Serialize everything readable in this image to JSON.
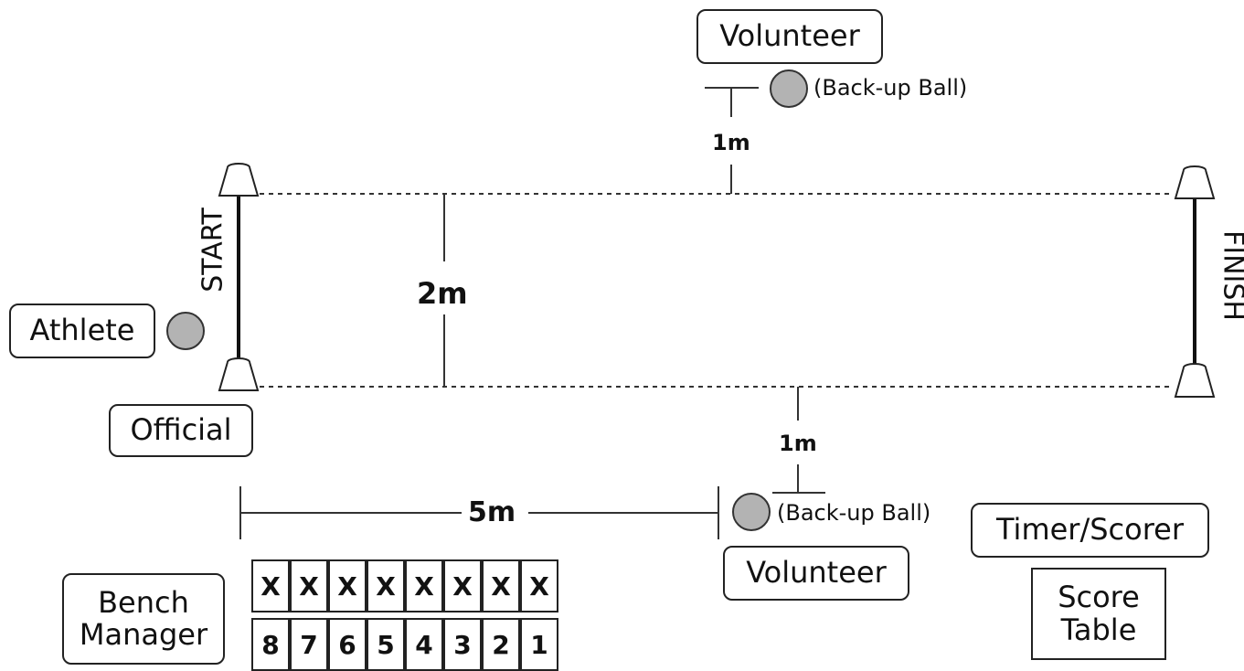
{
  "labels": {
    "volunteer_top": "Volunteer",
    "volunteer_bottom": "Volunteer",
    "backup_ball_top": "(Back-up Ball)",
    "backup_ball_bottom": "(Back-up Ball)",
    "athlete": "Athlete",
    "official": "Official",
    "bench_manager_line1": "Bench",
    "bench_manager_line2": "Manager",
    "timer_scorer": "Timer/Scorer",
    "score_table_line1": "Score",
    "score_table_line2": "Table",
    "start": "START",
    "finish": "FINISH"
  },
  "measurements": {
    "top_gap": "1m",
    "lane_width": "2m",
    "bottom_gap": "1m",
    "bench_distance": "5m"
  },
  "bench": {
    "top_row": [
      "X",
      "X",
      "X",
      "X",
      "X",
      "X",
      "X",
      "X"
    ],
    "bottom_row": [
      "8",
      "7",
      "6",
      "5",
      "4",
      "3",
      "2",
      "1"
    ]
  },
  "colors": {
    "ball": "#b3b3b3",
    "line": "#222222"
  }
}
